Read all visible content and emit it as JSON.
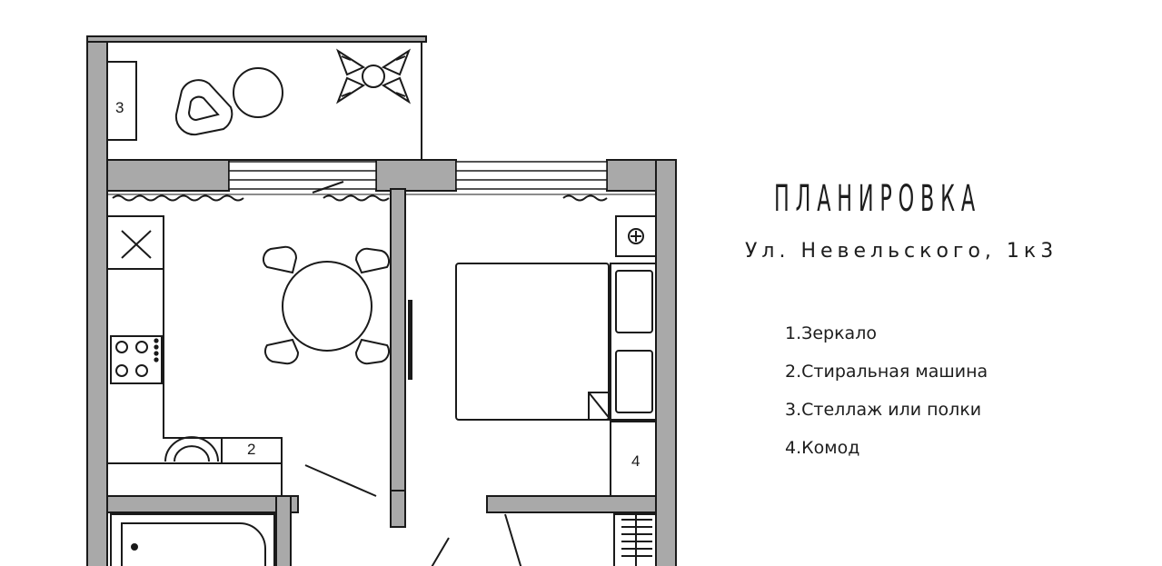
{
  "header": {
    "title": "ПЛАНИРОВКА",
    "address": "Ул. Невельского, 1к3"
  },
  "legend": {
    "items": [
      {
        "num": "1.",
        "text": "Зеркало"
      },
      {
        "num": "2.",
        "text": "Стиральная машина"
      },
      {
        "num": "3.",
        "text": "Стеллаж или полки"
      },
      {
        "num": "4.",
        "text": "Комод"
      }
    ]
  },
  "plan": {
    "labels": {
      "balcony_shelf": "3",
      "washing_machine": "2",
      "dresser": "4"
    }
  }
}
